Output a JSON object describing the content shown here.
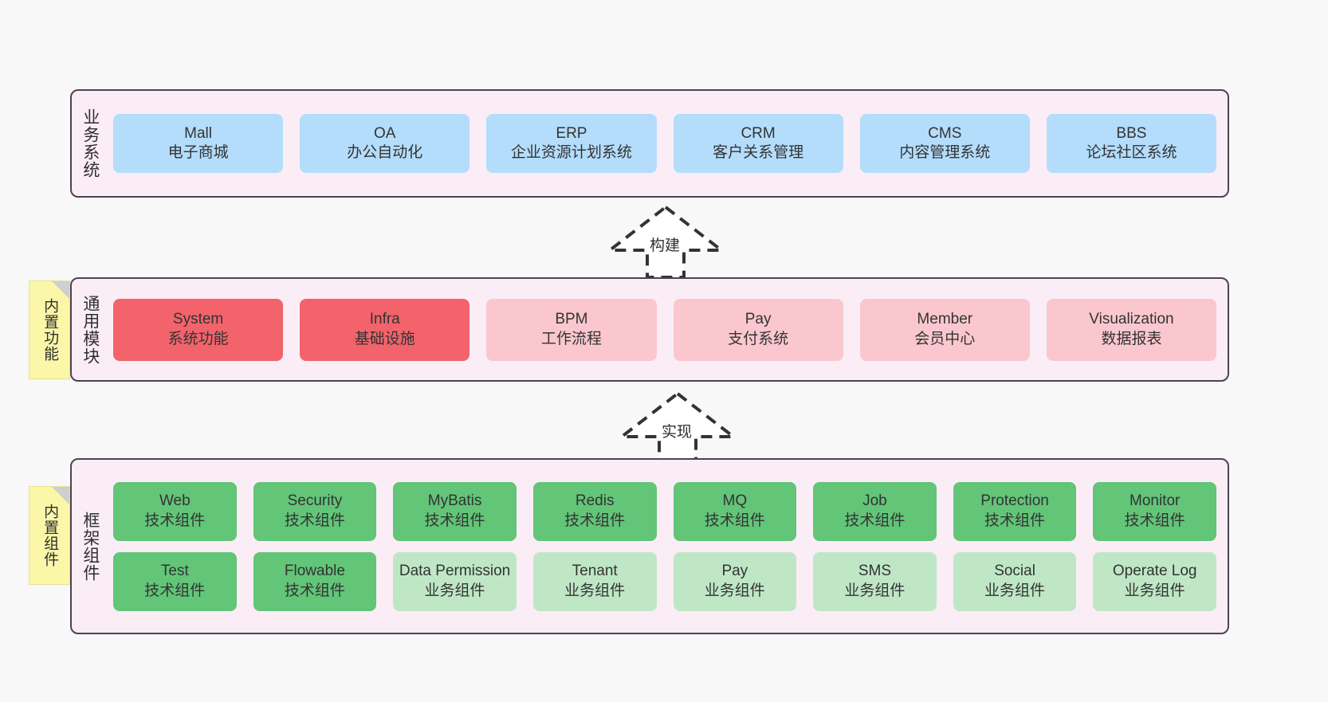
{
  "diagram": {
    "title": "system-architecture-layers",
    "colors": {
      "layer_bg": "#fbedf5",
      "layer_border": "#4d4352",
      "business_card": "#b3ddfb",
      "common_core_card": "#f3636b",
      "common_card": "#fbc7cf",
      "tech_component_card": "#62c578",
      "business_component_card": "#bfe7c6",
      "note_bg": "#fbf6a8",
      "note_fold": "#cfcfcf"
    }
  },
  "layers": {
    "business": {
      "title": "业务系统",
      "cards": [
        {
          "name": "Mall",
          "desc": "电子商城"
        },
        {
          "name": "OA",
          "desc": "办公自动化"
        },
        {
          "name": "ERP",
          "desc": "企业资源计划系统"
        },
        {
          "name": "CRM",
          "desc": "客户关系管理"
        },
        {
          "name": "CMS",
          "desc": "内容管理系统"
        },
        {
          "name": "BBS",
          "desc": "论坛社区系统"
        }
      ]
    },
    "common": {
      "title": "通用模块",
      "note": "内置功能",
      "cards": [
        {
          "name": "System",
          "desc": "系统功能",
          "variant": "core"
        },
        {
          "name": "Infra",
          "desc": "基础设施",
          "variant": "core"
        },
        {
          "name": "BPM",
          "desc": "工作流程",
          "variant": "normal"
        },
        {
          "name": "Pay",
          "desc": "支付系统",
          "variant": "normal"
        },
        {
          "name": "Member",
          "desc": "会员中心",
          "variant": "normal"
        },
        {
          "name": "Visualization",
          "desc": "数据报表",
          "variant": "normal"
        }
      ]
    },
    "framework": {
      "title": "框架组件",
      "note": "内置组件",
      "row1": [
        {
          "name": "Web",
          "desc": "技术组件"
        },
        {
          "name": "Security",
          "desc": "技术组件"
        },
        {
          "name": "MyBatis",
          "desc": "技术组件"
        },
        {
          "name": "Redis",
          "desc": "技术组件"
        },
        {
          "name": "MQ",
          "desc": "技术组件"
        },
        {
          "name": "Job",
          "desc": "技术组件"
        },
        {
          "name": "Protection",
          "desc": "技术组件"
        },
        {
          "name": "Monitor",
          "desc": "技术组件"
        }
      ],
      "row2": [
        {
          "name": "Test",
          "desc": "技术组件",
          "variant": "tech"
        },
        {
          "name": "Flowable",
          "desc": "技术组件",
          "variant": "tech"
        },
        {
          "name": "Data Permission",
          "desc": "业务组件",
          "variant": "biz"
        },
        {
          "name": "Tenant",
          "desc": "业务组件",
          "variant": "biz"
        },
        {
          "name": "Pay",
          "desc": "业务组件",
          "variant": "biz"
        },
        {
          "name": "SMS",
          "desc": "业务组件",
          "variant": "biz"
        },
        {
          "name": "Social",
          "desc": "业务组件",
          "variant": "biz"
        },
        {
          "name": "Operate Log",
          "desc": "业务组件",
          "variant": "biz"
        }
      ]
    }
  },
  "connectors": [
    {
      "id": "build",
      "label": "构建",
      "style": "dashed-generalization",
      "direction": "up"
    },
    {
      "id": "impl",
      "label": "实现",
      "style": "dashed-generalization",
      "direction": "up"
    }
  ]
}
